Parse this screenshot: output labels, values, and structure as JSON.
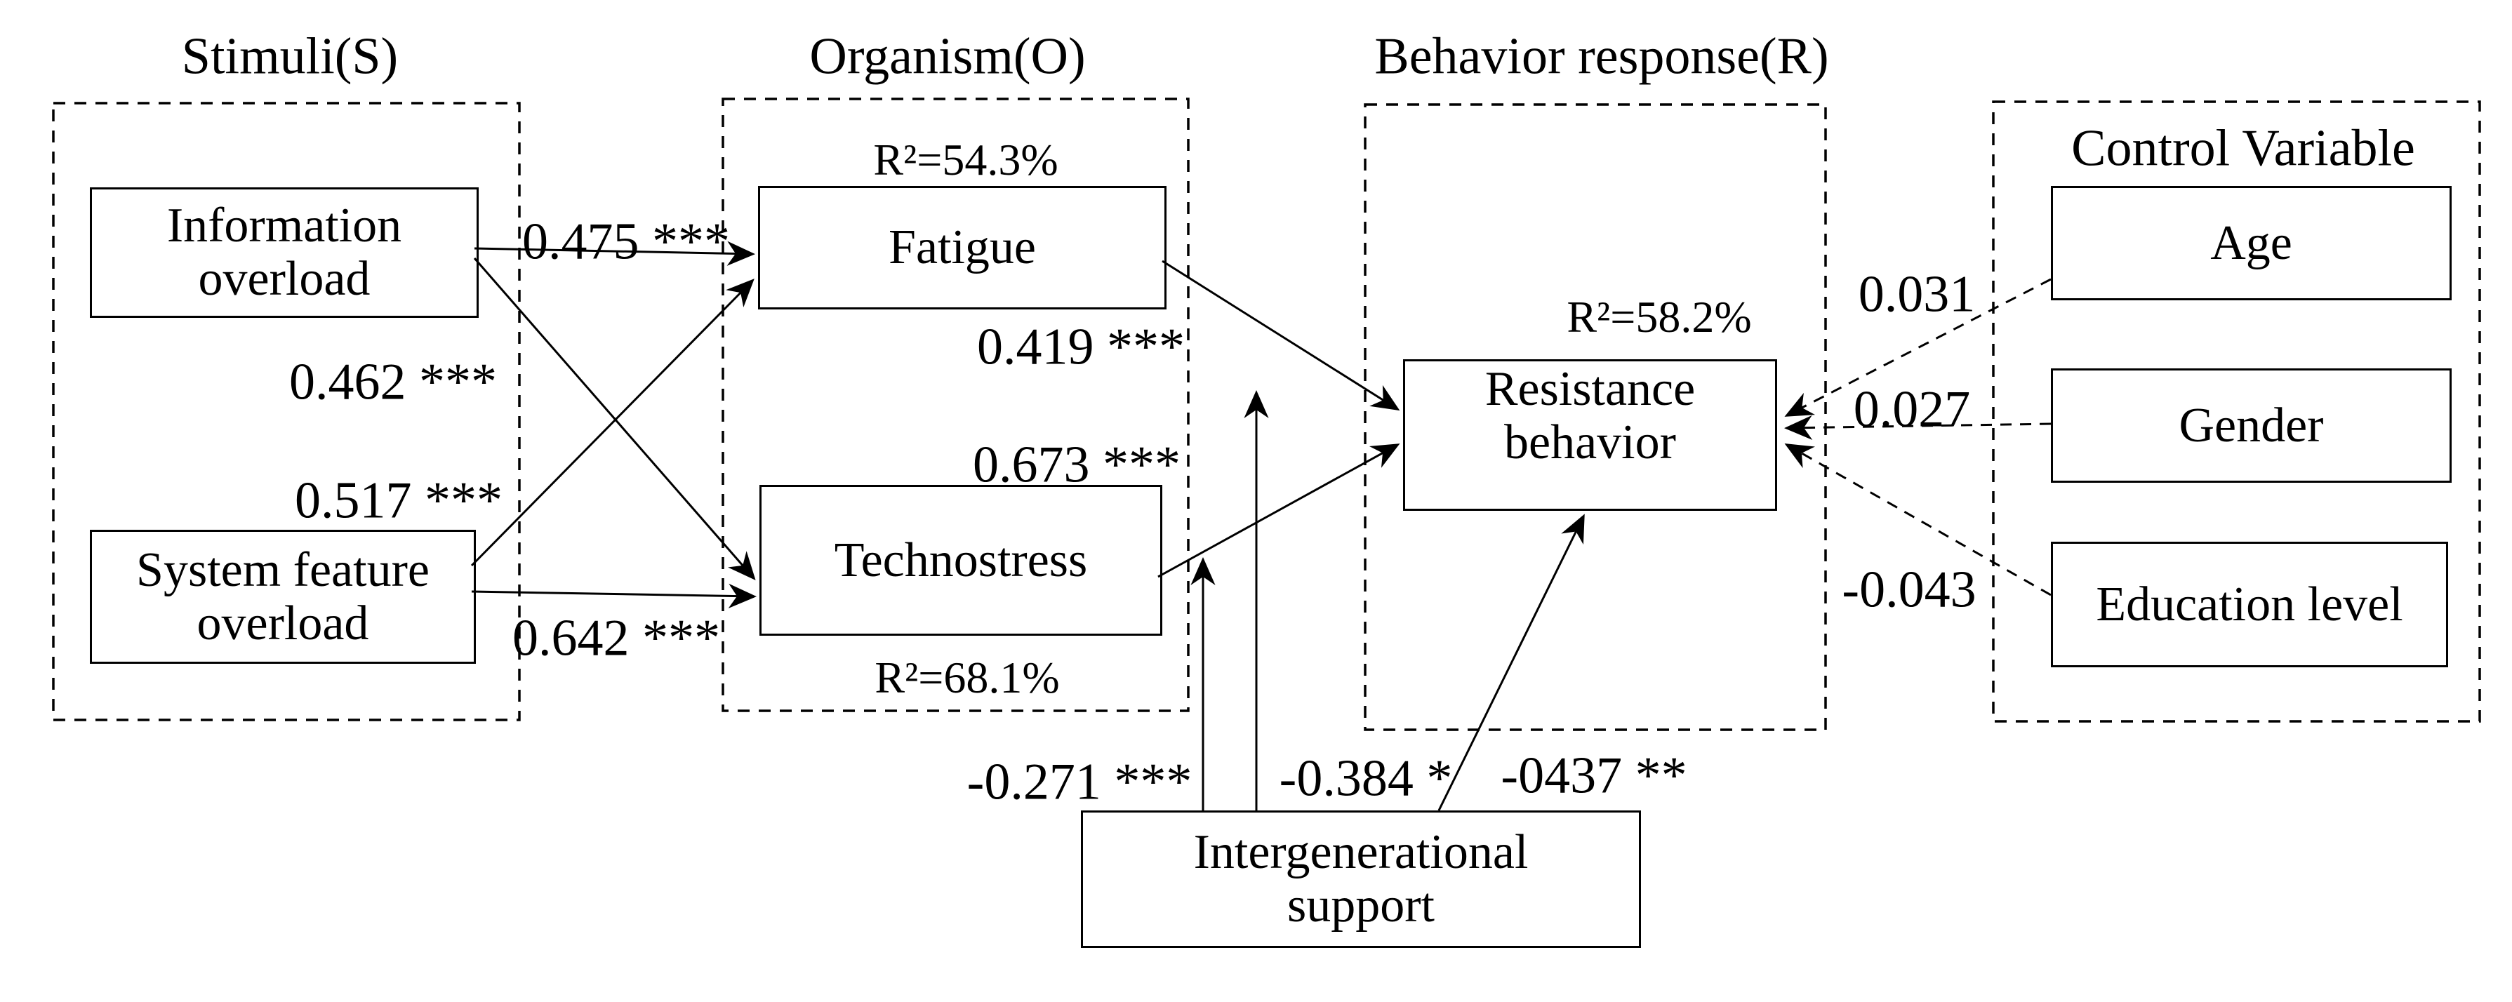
{
  "figure_type": "SOR structural model path diagram",
  "sections": {
    "stimuli": {
      "title": "Stimuli(S)"
    },
    "organism": {
      "title": "Organism(O)"
    },
    "behavior": {
      "title": "Behavior response(R)"
    },
    "control": {
      "title": "Control Variable"
    }
  },
  "nodes": {
    "information_overload": {
      "label": "Information\noverload"
    },
    "system_feature_overload": {
      "label": "System feature\noverload"
    },
    "fatigue": {
      "label": "Fatigue",
      "r2": "R²=54.3%"
    },
    "technostress": {
      "label": "Technostress",
      "r2": "R²=68.1%"
    },
    "resistance_behavior": {
      "label": "Resistance\nbehavior",
      "r2": "R²=58.2%"
    },
    "intergenerational_support": {
      "label": "Intergenerational\nsupport"
    },
    "age": {
      "label": "Age"
    },
    "gender": {
      "label": "Gender"
    },
    "education_level": {
      "label": "Education level"
    }
  },
  "edges": {
    "information_overload_to_fatigue": {
      "coef": "0.475 ***",
      "style": "solid"
    },
    "information_overload_to_technostress": {
      "coef": "0.462 ***",
      "style": "solid"
    },
    "system_feature_overload_to_fatigue": {
      "coef": "0.517 ***",
      "style": "solid"
    },
    "system_feature_overload_to_technostress": {
      "coef": "0.642 ***",
      "style": "solid"
    },
    "fatigue_to_resistance_behavior": {
      "coef": "0.419 ***",
      "style": "solid"
    },
    "technostress_to_resistance_behavior": {
      "coef": "0.673 ***",
      "style": "solid"
    },
    "igs_moderation_of_technostress_path": {
      "coef": "-0.271 ***",
      "style": "solid",
      "type": "moderation"
    },
    "igs_moderation_of_fatigue_path": {
      "coef": "-0.384 *",
      "style": "solid",
      "type": "moderation"
    },
    "igs_to_resistance_behavior": {
      "coef": "-0437 **",
      "style": "solid"
    },
    "age_to_resistance_behavior": {
      "coef": "0.031",
      "style": "dashed"
    },
    "gender_to_resistance_behavior": {
      "coef": "0.027",
      "style": "dashed"
    },
    "education_level_to_resistance_behavior": {
      "coef": "-0.043",
      "style": "dashed"
    }
  },
  "colors": {
    "ink": "#000000",
    "background": "#ffffff"
  }
}
